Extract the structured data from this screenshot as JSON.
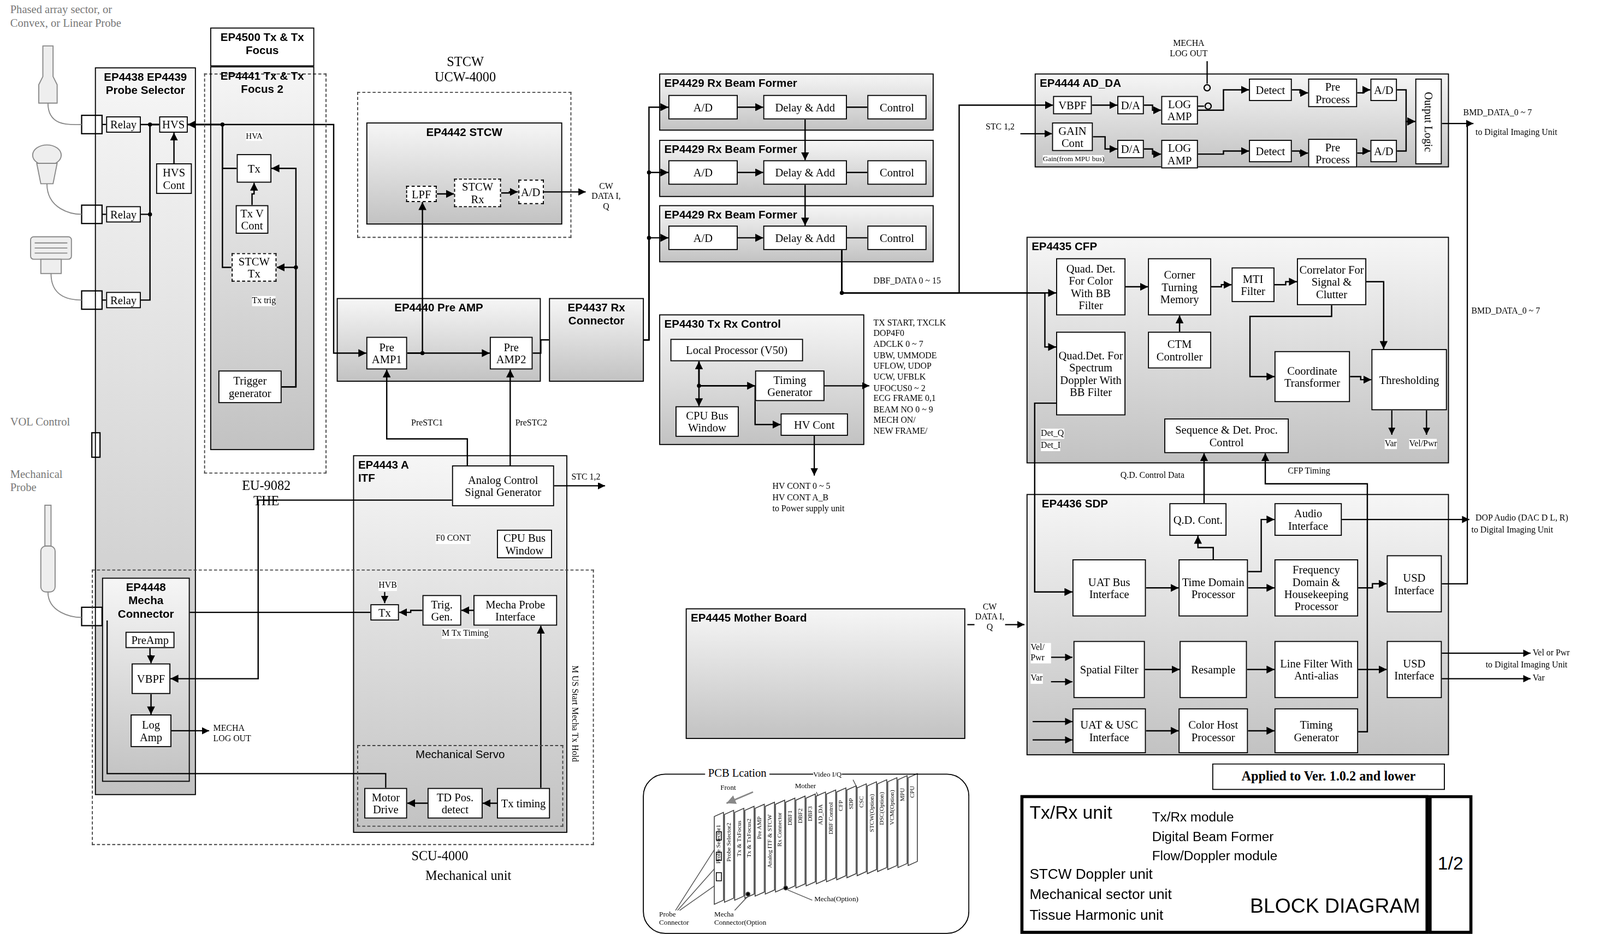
{
  "diagram": {
    "title": "BLOCK DIAGRAM",
    "nodes": [
      {
        "text": [
          "EP4438 EP4439 Probe Selector"
        ]
      },
      {
        "text": [
          "Relay"
        ],
        "in": 0
      },
      {
        "text": [
          "HVS"
        ],
        "in": 0
      },
      {
        "text": [
          "HVS Cont"
        ],
        "in": 0
      },
      {
        "text": [
          "Relay"
        ],
        "in": 0
      },
      {
        "text": [
          "Relay"
        ],
        "in": 0
      },
      {
        "text": [
          "EP4448 Mecha Connector"
        ],
        "in": 0
      },
      {
        "text": [
          "PreAmp"
        ],
        "in": 6
      },
      {
        "text": [
          "VBPF"
        ],
        "in": 6
      },
      {
        "text": [
          "Log Amp"
        ],
        "in": 6
      },
      {
        "text": [
          "EU-9082 THE"
        ]
      },
      {
        "text": [
          "EP4500 Tx & Tx Focus"
        ]
      },
      {
        "text": [
          "EP4441 Tx & Tx Focus 2"
        ]
      },
      {
        "text": [
          "Tx"
        ],
        "in": 12
      },
      {
        "text": [
          "Tx V Cont"
        ],
        "in": 12
      },
      {
        "text": [
          "STCW Tx"
        ],
        "in": 12
      },
      {
        "text": [
          "Trigger generator"
        ],
        "in": 12
      },
      {
        "text": [
          "STCW UCW-4000"
        ]
      },
      {
        "text": [
          "EP4442 STCW"
        ],
        "in": 17
      },
      {
        "text": [
          "LPF"
        ],
        "in": 18
      },
      {
        "text": [
          "STCW Rx"
        ],
        "in": 18
      },
      {
        "text": [
          "A/D"
        ],
        "in": 18
      },
      {
        "text": [
          "EP4440 Pre AMP"
        ]
      },
      {
        "text": [
          "Pre AMP1"
        ],
        "in": 22
      },
      {
        "text": [
          "Pre AMP2"
        ],
        "in": 22
      },
      {
        "text": [
          "EP4437 Rx Connector"
        ]
      },
      {
        "text": [
          "EP4443 A ITF"
        ]
      },
      {
        "text": [
          "Analog Control Signal Generator"
        ],
        "in": 26
      },
      {
        "text": [
          "CPU Bus Window"
        ],
        "in": 26
      },
      {
        "text": [
          "Tx"
        ],
        "in": 26
      },
      {
        "text": [
          "Trig. Gen."
        ],
        "in": 26
      },
      {
        "text": [
          "Mecha Probe Interface"
        ],
        "in": 26
      },
      {
        "text": [
          "Mechanical Servo"
        ],
        "in": 26
      },
      {
        "text": [
          "Motor Drive"
        ],
        "in": 32
      },
      {
        "text": [
          "TD Pos. detect"
        ],
        "in": 32
      },
      {
        "text": [
          "Tx timing"
        ],
        "in": 32
      },
      {
        "text": [
          "SCU-4000",
          "Mechanical unit"
        ]
      },
      {
        "text": [
          "EP4429 Rx Beam Former"
        ]
      },
      {
        "text": [
          "A/D"
        ],
        "in": 37
      },
      {
        "text": [
          "Delay & Add"
        ],
        "in": 37
      },
      {
        "text": [
          "Control"
        ],
        "in": 37
      },
      {
        "text": [
          "EP4429 Rx Beam Former"
        ]
      },
      {
        "text": [
          "A/D"
        ],
        "in": 41
      },
      {
        "text": [
          "Delay & Add"
        ],
        "in": 41
      },
      {
        "text": [
          "Control"
        ],
        "in": 41
      },
      {
        "text": [
          "EP4429 Rx Beam Former"
        ]
      },
      {
        "text": [
          "A/D"
        ],
        "in": 45
      },
      {
        "text": [
          "Delay & Add"
        ],
        "in": 45
      },
      {
        "text": [
          "Control"
        ],
        "in": 45
      },
      {
        "text": [
          "EP4430 Tx Rx Control"
        ]
      },
      {
        "text": [
          "Local Processor (V50)"
        ],
        "in": 49
      },
      {
        "text": [
          "CPU Bus Window"
        ],
        "in": 49
      },
      {
        "text": [
          "Timing Generator"
        ],
        "in": 49
      },
      {
        "text": [
          "HV Cont"
        ],
        "in": 49
      },
      {
        "text": [
          "EP4444 AD_DA"
        ]
      },
      {
        "text": [
          "VBPF"
        ],
        "in": 54
      },
      {
        "text": [
          "GAIN Cont"
        ],
        "in": 54
      },
      {
        "text": [
          "D/A"
        ],
        "in": 54
      },
      {
        "text": [
          "LOG AMP"
        ],
        "in": 54
      },
      {
        "text": [
          "D/A"
        ],
        "in": 54
      },
      {
        "text": [
          "LOG AMP"
        ],
        "in": 54
      },
      {
        "text": [
          "Detect"
        ],
        "in": 54
      },
      {
        "text": [
          "Pre Process"
        ],
        "in": 54
      },
      {
        "text": [
          "A/D"
        ],
        "in": 54
      },
      {
        "text": [
          "Detect"
        ],
        "in": 54
      },
      {
        "text": [
          "Pre Process"
        ],
        "in": 54
      },
      {
        "text": [
          "A/D"
        ],
        "in": 54
      },
      {
        "text": [
          "Output Logic"
        ],
        "in": 54
      },
      {
        "text": [
          "EP4435 CFP"
        ]
      },
      {
        "text": [
          "Quad. Det. For Color With BB Filter"
        ],
        "in": 68
      },
      {
        "text": [
          "Corner Turning Memory"
        ],
        "in": 68
      },
      {
        "text": [
          "MTI Filter"
        ],
        "in": 68
      },
      {
        "text": [
          "Correlator For Signal & Clutter"
        ],
        "in": 68
      },
      {
        "text": [
          "CTM Controller"
        ],
        "in": 68
      },
      {
        "text": [
          "Quad.Det. For Spectrum Doppler With BB Filter"
        ],
        "in": 68
      },
      {
        "text": [
          "Coordinate Transformer"
        ],
        "in": 68
      },
      {
        "text": [
          "Thresholding"
        ],
        "in": 68
      },
      {
        "text": [
          "Sequence & Det. Proc. Control"
        ],
        "in": 68
      },
      {
        "text": [
          "EP4436 SDP"
        ]
      },
      {
        "text": [
          "Q.D. Cont."
        ],
        "in": 78
      },
      {
        "text": [
          "Audio Interface"
        ],
        "in": 78
      },
      {
        "text": [
          "UAT Bus Interface"
        ],
        "in": 78
      },
      {
        "text": [
          "Time Domain Processor"
        ],
        "in": 78
      },
      {
        "text": [
          "Frequency Domain & Housekeeping Processor"
        ],
        "in": 78
      },
      {
        "text": [
          "USD Interface"
        ],
        "in": 78
      },
      {
        "text": [
          "Spatial Filter"
        ],
        "in": 78
      },
      {
        "text": [
          "Resample"
        ],
        "in": 78
      },
      {
        "text": [
          "Line Filter With Anti-alias"
        ],
        "in": 78
      },
      {
        "text": [
          "USD Interface"
        ],
        "in": 78
      },
      {
        "text": [
          "UAT & USC Interface"
        ],
        "in": 78
      },
      {
        "text": [
          "Color Host Processor"
        ],
        "in": 78
      },
      {
        "text": [
          "Timing Generator"
        ],
        "in": 78
      },
      {
        "text": [
          "EP4445 Mother Board"
        ]
      },
      {
        "text": [
          "Applied to Ver. 1.0.2 and lower"
        ]
      },
      {
        "text": [
          "Tx/Rx unit",
          "Tx/Rx module",
          "Digital Beam Former",
          "Flow/Doppler module",
          "STCW Doppler unit",
          "Mechanical sector unit",
          "Tissue Harmonic unit"
        ]
      },
      {
        "text": [
          "1/2"
        ]
      },
      {
        "text": [
          "PCB Lcation"
        ]
      }
    ],
    "edges": [
      {
        "from": 1,
        "to": 2,
        "arrow": "none"
      },
      {
        "from": 4,
        "to": 2,
        "arrow": "none"
      },
      {
        "from": 5,
        "to": 2,
        "arrow": "none"
      },
      {
        "from": 3,
        "to": 2,
        "arrow": "to"
      },
      {
        "from": 13,
        "to": 2,
        "arrow": "to"
      },
      {
        "from": 14,
        "to": 13,
        "arrow": "to"
      },
      {
        "from": 15,
        "to": 2,
        "arrow": "to"
      },
      {
        "from": 16,
        "to": 13,
        "arrow": "to"
      },
      {
        "from": 16,
        "to": 15,
        "arrow": "to"
      },
      {
        "from": 2,
        "to": 23,
        "arrow": "to"
      },
      {
        "from": 23,
        "to": 24,
        "arrow": "to"
      },
      {
        "from": 23,
        "to": 19,
        "arrow": "to"
      },
      {
        "from": 19,
        "to": 20,
        "arrow": "to"
      },
      {
        "from": 20,
        "to": 21,
        "arrow": "to"
      },
      {
        "from": 24,
        "to": 25,
        "arrow": "none"
      },
      {
        "from": 25,
        "to": 38,
        "arrow": "to"
      },
      {
        "from": 25,
        "to": 42,
        "arrow": "to"
      },
      {
        "from": 25,
        "to": 46,
        "arrow": "to"
      },
      {
        "from": 38,
        "to": 39,
        "arrow": "to"
      },
      {
        "from": 39,
        "to": 40,
        "arrow": "none"
      },
      {
        "from": 42,
        "to": 43,
        "arrow": "to"
      },
      {
        "from": 43,
        "to": 44,
        "arrow": "none"
      },
      {
        "from": 46,
        "to": 47,
        "arrow": "to"
      },
      {
        "from": 47,
        "to": 48,
        "arrow": "none"
      },
      {
        "from": 39,
        "to": 43,
        "arrow": "to"
      },
      {
        "from": 43,
        "to": 47,
        "arrow": "to"
      },
      {
        "from": 47,
        "to": 55,
        "arrow": "to"
      },
      {
        "from": 47,
        "to": 69,
        "arrow": "to"
      },
      {
        "from": 47,
        "to": 74,
        "arrow": "to"
      },
      {
        "from": 55,
        "to": 57,
        "arrow": "to"
      },
      {
        "from": 56,
        "to": 59,
        "arrow": "to"
      },
      {
        "from": 57,
        "to": 58,
        "arrow": "to"
      },
      {
        "from": 59,
        "to": 60,
        "arrow": "to"
      },
      {
        "from": 58,
        "to": 61,
        "arrow": "to"
      },
      {
        "from": 60,
        "to": 64,
        "arrow": "to"
      },
      {
        "from": 61,
        "to": 62,
        "arrow": "to"
      },
      {
        "from": 62,
        "to": 63,
        "arrow": "to"
      },
      {
        "from": 63,
        "to": 67,
        "arrow": "to"
      },
      {
        "from": 64,
        "to": 65,
        "arrow": "to"
      },
      {
        "from": 65,
        "to": 66,
        "arrow": "to"
      },
      {
        "from": 66,
        "to": 67,
        "arrow": "to"
      },
      {
        "from": 69,
        "to": 70,
        "arrow": "to"
      },
      {
        "from": 70,
        "to": 71,
        "arrow": "to"
      },
      {
        "from": 71,
        "to": 72,
        "arrow": "to"
      },
      {
        "from": 73,
        "to": 70,
        "arrow": "to"
      },
      {
        "from": 72,
        "to": 75,
        "arrow": "to"
      },
      {
        "from": 75,
        "to": 76,
        "arrow": "to"
      },
      {
        "from": 72,
        "to": 76,
        "arrow": "to"
      },
      {
        "from": 74,
        "to": 81,
        "arrow": "to"
      },
      {
        "from": 81,
        "to": 82,
        "arrow": "to"
      },
      {
        "from": 82,
        "to": 83,
        "arrow": "to"
      },
      {
        "from": 83,
        "to": 84,
        "arrow": "to"
      },
      {
        "from": 82,
        "to": 79,
        "arrow": "to"
      },
      {
        "from": 82,
        "to": 80,
        "arrow": "to"
      },
      {
        "from": 79,
        "to": 77,
        "arrow": "to"
      },
      {
        "from": 91,
        "to": 77,
        "arrow": "to"
      },
      {
        "from": 85,
        "to": 86,
        "arrow": "to"
      },
      {
        "from": 86,
        "to": 87,
        "arrow": "to"
      },
      {
        "from": 87,
        "to": 88,
        "arrow": "to"
      },
      {
        "from": 89,
        "to": 90,
        "arrow": "to"
      },
      {
        "from": 90,
        "to": 91,
        "arrow": "to"
      },
      {
        "from": 50,
        "to": 51,
        "arrow": "both"
      },
      {
        "from": 50,
        "to": 52,
        "arrow": "to"
      },
      {
        "from": 50,
        "to": 53,
        "arrow": "to"
      },
      {
        "from": 27,
        "to": 23,
        "arrow": "to"
      },
      {
        "from": 27,
        "to": 24,
        "arrow": "to"
      },
      {
        "from": 31,
        "to": 30,
        "arrow": "to"
      },
      {
        "from": 30,
        "to": 29,
        "arrow": "to"
      },
      {
        "from": 7,
        "to": 8,
        "arrow": "to"
      },
      {
        "from": 8,
        "to": 9,
        "arrow": "to"
      },
      {
        "from": 34,
        "to": 33,
        "arrow": "to"
      },
      {
        "from": 35,
        "to": 34,
        "arrow": "to"
      },
      {
        "from": 35,
        "to": 31,
        "arrow": "to"
      },
      {
        "from": 27,
        "to": 8,
        "arrow": "to"
      }
    ],
    "labels": [
      "Phased array sector, or Convex, or Linear Probe",
      "VOL Control",
      "Mechanical Probe",
      "HVA",
      "Tx trig",
      "CW DATA I, Q",
      "PreSTC1",
      "PreSTC2",
      "STC 1,2",
      "F0 CONT",
      "HVB",
      "M Tx Timing",
      "M US Start Mecha Tx Hold",
      "MECHA LOG OUT",
      "TX START, TXCLK",
      "DOP4F0",
      "ADCLK 0 ~ 7",
      "UBW, UMMODE",
      "UFLOW, UDOP",
      "UCW, UFBLK",
      "UFOCUS0 ~ 2",
      "ECG FRAME 0,1",
      "BEAM NO 0 ~ 9",
      "MECH ON/",
      "NEW FRAME/",
      "HV CONT 0 ~ 5",
      "HV CONT A_B",
      "to Power supply unit",
      "DBF_DATA 0 ~ 15",
      "MECHA LOG OUT",
      "STC 1,2",
      "Gain(from MPU bus)",
      "BMD_DATA_0 ~ 7",
      "to Digital Imaging Unit",
      "BMD_DATA_0 ~ 7",
      "Det_Q",
      "Det_I",
      "Var",
      "Vel/Pwr",
      "Q.D. Control Data",
      "CFP Timing",
      "DOP Audio (DAC D L, R)",
      "to Digital Imaging Unit",
      "CW DATA I, Q",
      "Vel/ Pwr",
      "Var",
      "Vel or Pwr",
      "to Digital Imaging Unit",
      "Var",
      "Front",
      "Mother",
      "Video I/Q",
      "Probe Connector",
      "Mecha Connector(Option",
      "Mecha(Option)",
      "Probe Selector1",
      "Probe Selector2",
      "Tx & TxFocus",
      "Tx & TxFocus2",
      "Pre AMP",
      "Analog ITF & STCW",
      "Rx Connector",
      "DBF1",
      "DBF2",
      "DBF3",
      "AD_DA",
      "DBF Control",
      "CFP",
      "SDP",
      "CSC",
      "STCW(Option)",
      "DSC(Option)",
      "VCM(Option)",
      "MPU",
      "CPU"
    ]
  }
}
